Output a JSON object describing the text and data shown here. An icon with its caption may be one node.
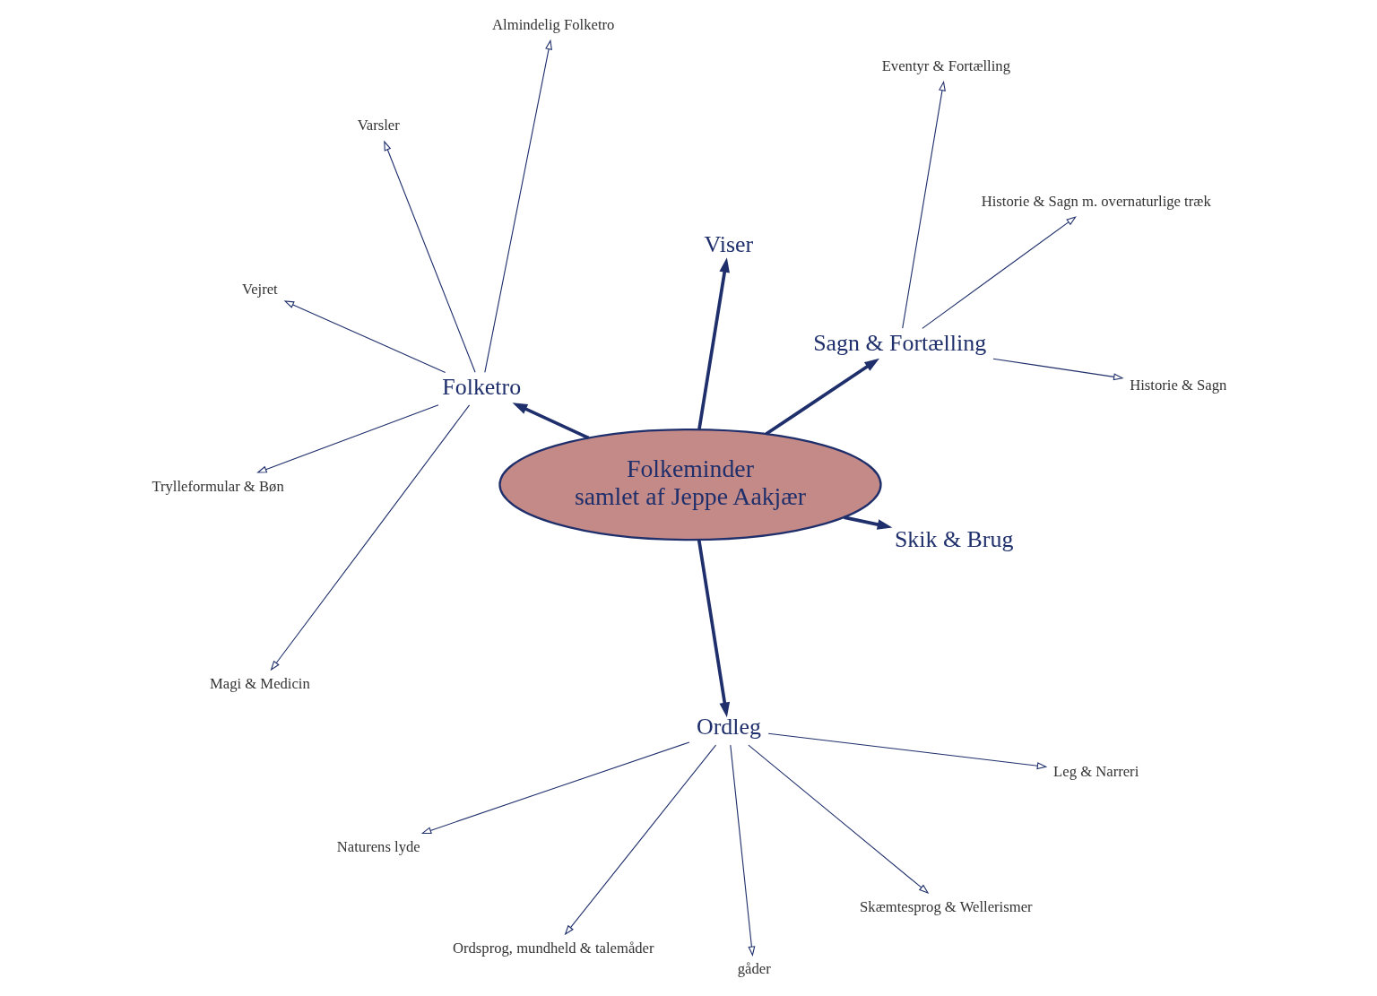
{
  "diagram": {
    "nodes": [
      {
        "text": [
          "Folkeminder",
          "samlet af Jeppe Aakjær"
        ]
      },
      {
        "text": [
          "Sagn & Fortælling"
        ]
      },
      {
        "text": [
          "Historie & Sagn"
        ]
      },
      {
        "text": [
          "Historie & Sagn m. overnaturlige træk"
        ]
      },
      {
        "text": [
          "Eventyr & Fortælling"
        ]
      },
      {
        "text": [
          "Viser"
        ]
      },
      {
        "text": [
          "Folketro"
        ]
      },
      {
        "text": [
          "Almindelig Folketro"
        ]
      },
      {
        "text": [
          "Varsler"
        ]
      },
      {
        "text": [
          "Vejret"
        ]
      },
      {
        "text": [
          "Trylleformular & Bøn"
        ]
      },
      {
        "text": [
          "Magi & Medicin"
        ]
      },
      {
        "text": [
          "Ordleg"
        ]
      },
      {
        "text": [
          "Naturens lyde"
        ]
      },
      {
        "text": [
          "Ordsprog, mundheld & talemåder"
        ]
      },
      {
        "text": [
          "gåder"
        ]
      },
      {
        "text": [
          "Skæmtesprog & Wellerismer"
        ]
      },
      {
        "text": [
          "Leg & Narreri"
        ]
      },
      {
        "text": [
          "Skik & Brug"
        ]
      }
    ],
    "edges": [
      {
        "from": 0,
        "to": 1,
        "arrow": "to",
        "style": "thick"
      },
      {
        "from": 1,
        "to": 2,
        "arrow": "to"
      },
      {
        "from": 1,
        "to": 3,
        "arrow": "to"
      },
      {
        "from": 1,
        "to": 4,
        "arrow": "to"
      },
      {
        "from": 0,
        "to": 5,
        "arrow": "to",
        "style": "thick"
      },
      {
        "from": 0,
        "to": 6,
        "arrow": "to",
        "style": "thick"
      },
      {
        "from": 6,
        "to": 7,
        "arrow": "to"
      },
      {
        "from": 6,
        "to": 8,
        "arrow": "to"
      },
      {
        "from": 6,
        "to": 9,
        "arrow": "to"
      },
      {
        "from": 6,
        "to": 10,
        "arrow": "to"
      },
      {
        "from": 6,
        "to": 11,
        "arrow": "to"
      },
      {
        "from": 0,
        "to": 12,
        "arrow": "to",
        "style": "thick"
      },
      {
        "from": 12,
        "to": 13,
        "arrow": "to"
      },
      {
        "from": 12,
        "to": 14,
        "arrow": "to"
      },
      {
        "from": 12,
        "to": 15,
        "arrow": "to"
      },
      {
        "from": 12,
        "to": 16,
        "arrow": "to"
      },
      {
        "from": 12,
        "to": 17,
        "arrow": "to"
      },
      {
        "from": 0,
        "to": 18,
        "arrow": "to",
        "style": "thick"
      }
    ]
  }
}
